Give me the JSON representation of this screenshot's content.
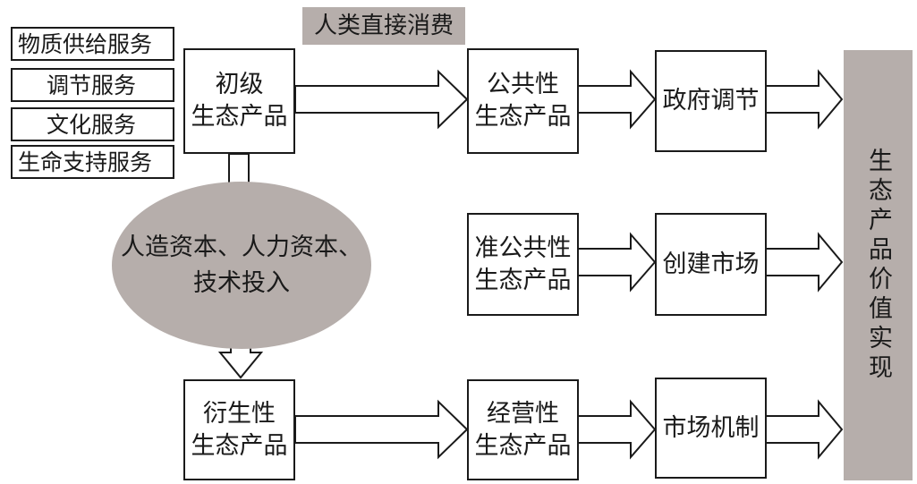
{
  "services": [
    "物质供给服务",
    "调节服务",
    "文化服务",
    "生命支持服务"
  ],
  "direct_consumption": "人类直接消费",
  "primary": "初级\n生态产品",
  "investment": "人造资本、人力资本、\n技术投入",
  "derived": "衍生性\n生态产品",
  "public_product": "公共性\n生态产品",
  "quasi_public_product": "准公共性\n生态产品",
  "operating_product": "经营性\n生态产品",
  "gov_regulation": "政府调节",
  "create_market": "创建市场",
  "market_mechanism": "市场机制",
  "value_realization": "生态产品价值实现"
}
